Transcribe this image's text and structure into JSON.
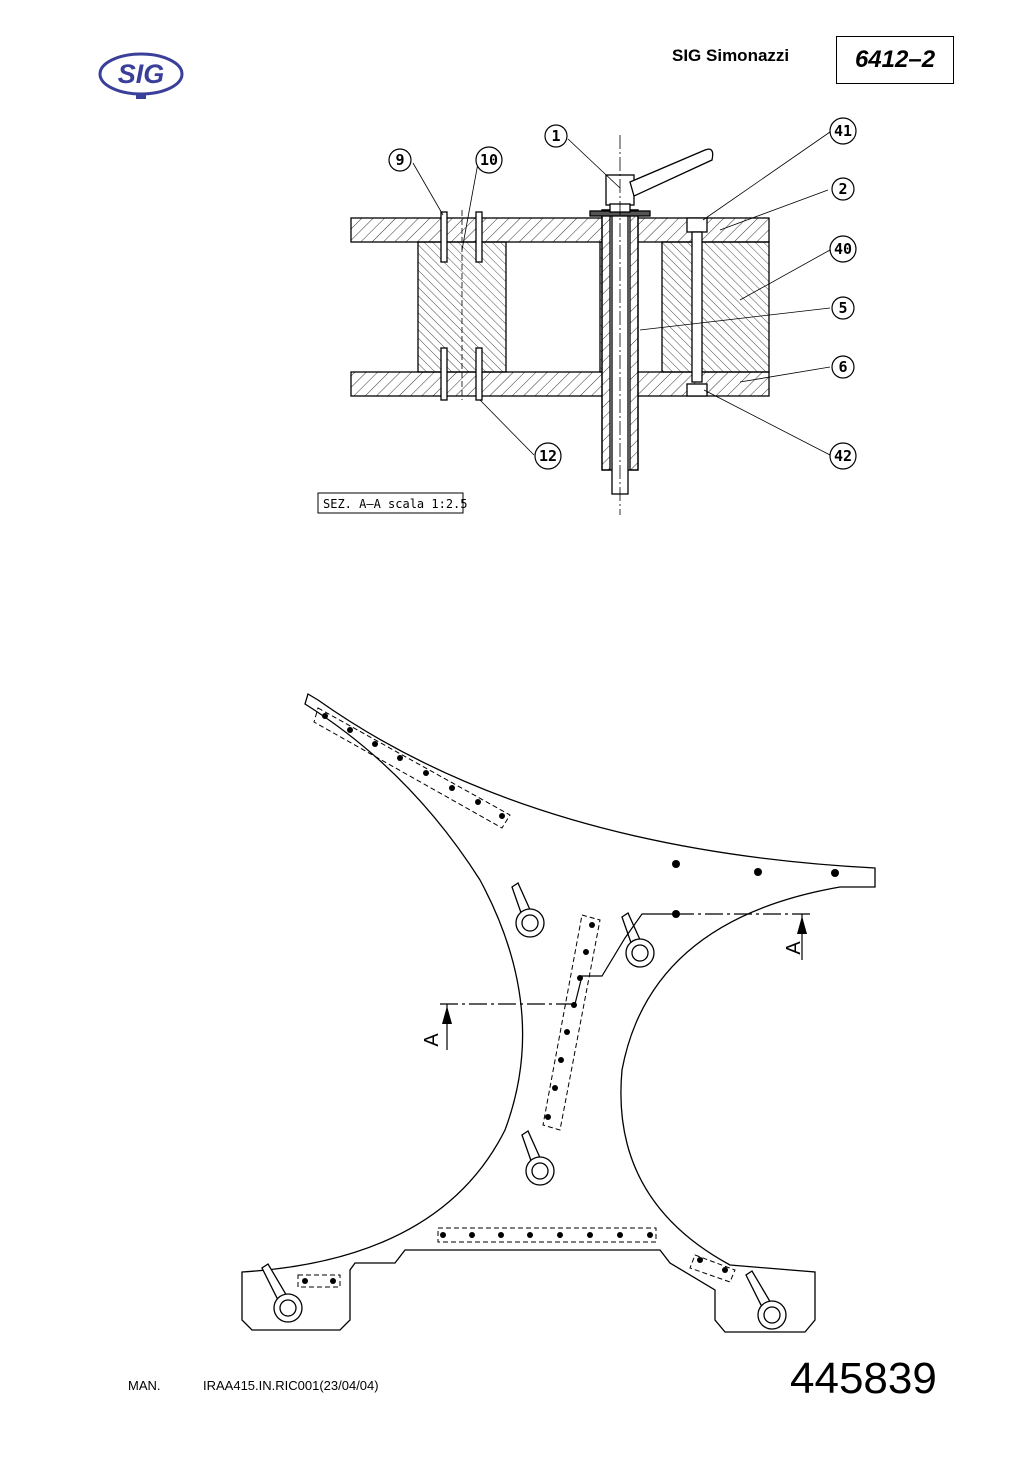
{
  "header": {
    "logo_text": "SIG",
    "company": "SIG Simonazzi",
    "page_number": "6412–2"
  },
  "section_view": {
    "label": "SEZ. A–A scala 1:2.5",
    "balloons": [
      "1",
      "9",
      "10",
      "41",
      "2",
      "40",
      "5",
      "6",
      "12",
      "42"
    ]
  },
  "plan_view": {
    "section_marker_right": "A",
    "section_marker_left": "A"
  },
  "footer": {
    "man_label": "MAN.",
    "reference": "IRAA415.IN.RIC001(23/04/04)",
    "doc_number": "445839"
  }
}
